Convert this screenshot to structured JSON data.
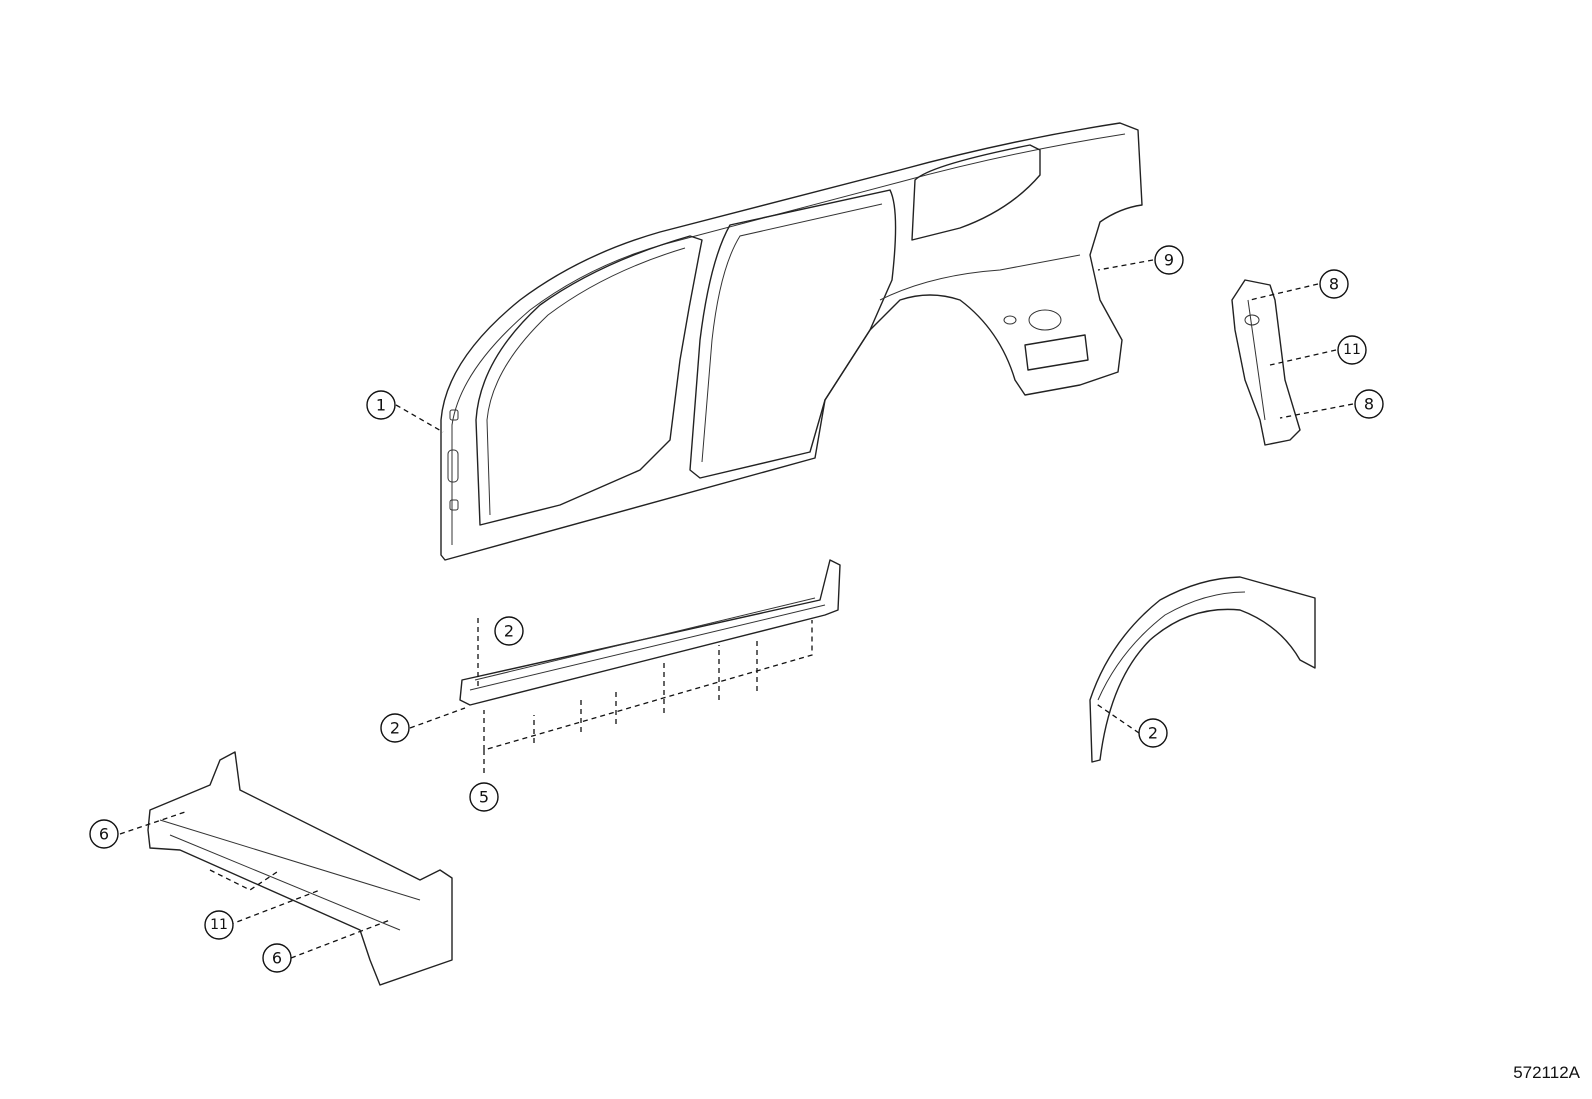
{
  "callouts": [
    {
      "id": "c1",
      "label": "1"
    },
    {
      "id": "c2a",
      "label": "2"
    },
    {
      "id": "c2b",
      "label": "2"
    },
    {
      "id": "c2c",
      "label": "2"
    },
    {
      "id": "c5",
      "label": "5"
    },
    {
      "id": "c6a",
      "label": "6"
    },
    {
      "id": "c6b",
      "label": "6"
    },
    {
      "id": "c8a",
      "label": "8"
    },
    {
      "id": "c8b",
      "label": "8"
    },
    {
      "id": "c9",
      "label": "9"
    },
    {
      "id": "c11a",
      "label": "11"
    },
    {
      "id": "c11b",
      "label": "11"
    }
  ],
  "reference_code": "572112A"
}
